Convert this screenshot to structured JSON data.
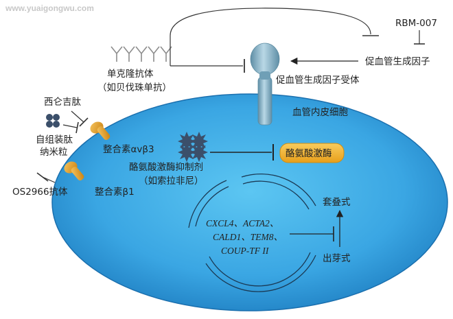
{
  "watermark": "www.yuaigongwu.com",
  "labels": {
    "rbm007": "RBM-007",
    "vegf": "促血管生成因子",
    "vegf_receptor": "促血管生成因子受体",
    "mab_line1": "单克隆抗体",
    "mab_line2": "（如贝伐珠单抗）",
    "cilengitide": "西仑吉肽",
    "nanoparticle_line1": "自组装肽",
    "nanoparticle_line2": "纳米粒",
    "os2966": "OS2966抗体",
    "integrin_avb3": "整合素αvβ3",
    "integrin_b1": "整合素β1",
    "endothelial_cell": "血管内皮细胞",
    "tki_line1": "酪氨酸激酶抑制剂",
    "tki_line2": "（如索拉非尼）",
    "tyrosine_kinase": "酪氨酸激酶",
    "genes_line1": "CXCL4、ACTA2、",
    "genes_line2": "CALD1、TEM8、",
    "genes_line3": "COUP-TF II",
    "intussusceptive": "套叠式",
    "sprouting": "出芽式"
  },
  "colors": {
    "cell_center": "#5cc6f2",
    "cell_edge": "#1f7fc2",
    "receptor": "#8fb8cc",
    "integrin": "#e8a21e",
    "kinase_box": "#f2b233",
    "star": "#3b4f6a"
  }
}
